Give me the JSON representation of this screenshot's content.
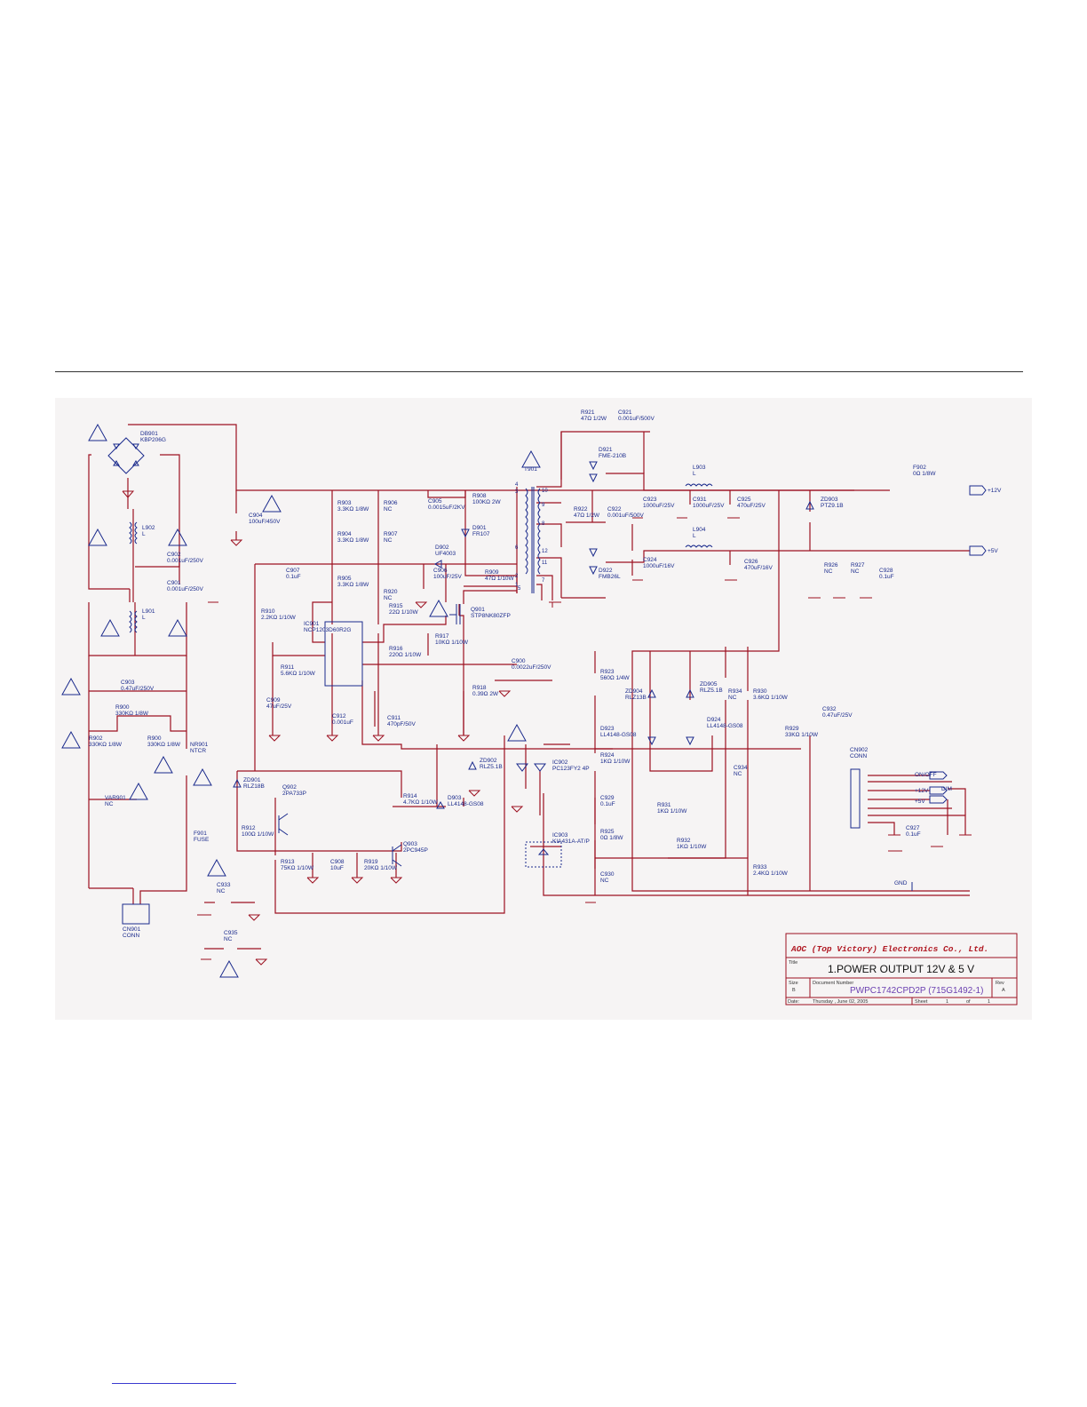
{
  "document": {
    "kind": "schematic page"
  },
  "components": {
    "DB901": [
      "DB901",
      "KBP206G"
    ],
    "L902": [
      "L902",
      "L"
    ],
    "L901": [
      "L901",
      "L"
    ],
    "C902": [
      "C902",
      "0.001uF/250V"
    ],
    "C901": [
      "C901",
      "0.001uF/250V"
    ],
    "C903": [
      "C903",
      "0.47uF/250V"
    ],
    "R900a": [
      "R900",
      "330KΩ 1/8W"
    ],
    "R902": [
      "R902",
      "330KΩ 1/8W"
    ],
    "R900b": [
      "R900",
      "330KΩ 1/8W"
    ],
    "NR901": [
      "NR901",
      "NTCR"
    ],
    "VAR901": [
      "VAR901",
      "NC"
    ],
    "F901": [
      "F901",
      "FUSE"
    ],
    "CN901": [
      "CN901",
      "CONN"
    ],
    "C933": [
      "C933",
      "NC"
    ],
    "C935": [
      "C935",
      "NC"
    ],
    "C904": [
      "C904",
      "100uF/450V"
    ],
    "R903": [
      "R903",
      "3.3KΩ 1/8W"
    ],
    "R904": [
      "R904",
      "3.3KΩ 1/8W"
    ],
    "R905": [
      "R905",
      "3.3KΩ 1/8W"
    ],
    "R906": [
      "R906",
      "NC"
    ],
    "R907": [
      "R907",
      "NC"
    ],
    "R920": [
      "R920",
      "NC"
    ],
    "C907": [
      "C907",
      "0.1uF"
    ],
    "C905": [
      "C905",
      "0.0015uF/2KV"
    ],
    "R908": [
      "R908",
      "100KΩ 2W"
    ],
    "D901": [
      "D901",
      "FR107"
    ],
    "D902": [
      "D902",
      "UF4003"
    ],
    "C906": [
      "C906",
      "100uF/25V"
    ],
    "R909": [
      "R909",
      "47Ω 1/10W"
    ],
    "R910": [
      "R910",
      "2.2KΩ 1/10W"
    ],
    "IC901": [
      "IC901",
      "NCP1203D60R2G"
    ],
    "R915": [
      "R915",
      "22Ω 1/10W"
    ],
    "R917": [
      "R917",
      "10KΩ 1/10W"
    ],
    "R916": [
      "R916",
      "220Ω 1/10W"
    ],
    "Q901": [
      "Q901",
      "STP8NK80ZFP"
    ],
    "R911": [
      "R911",
      "5.6KΩ 1/10W"
    ],
    "C909": [
      "C909",
      "47uF/25V"
    ],
    "C912": [
      "C912",
      "0.001uF"
    ],
    "C911": [
      "C911",
      "470pF/50V"
    ],
    "R918": [
      "R918",
      "0.39Ω 2W"
    ],
    "C900": [
      "C900",
      "0.0022uF/250V"
    ],
    "T901": [
      "T901",
      ""
    ],
    "R921": [
      "R921",
      "47Ω 1/2W"
    ],
    "C921": [
      "C921",
      "0.001uF/500V"
    ],
    "D921": [
      "D921",
      "FME-210B"
    ],
    "R922": [
      "R922",
      "47Ω 1/2W"
    ],
    "C922": [
      "C922",
      "0.001uF/500V"
    ],
    "D922": [
      "D922",
      "FMB26L"
    ],
    "C923": [
      "C923",
      "1000uF/25V"
    ],
    "C931": [
      "C931",
      "1000uF/25V"
    ],
    "L903": [
      "L903",
      "L"
    ],
    "C925": [
      "C925",
      "470uF/25V"
    ],
    "C924": [
      "C924",
      "1000uF/16V"
    ],
    "L904": [
      "L904",
      "L"
    ],
    "C926": [
      "C926",
      "470uF/16V"
    ],
    "F902": [
      "F902",
      "0Ω 1/8W"
    ],
    "ZD903": [
      "ZD903",
      "PTZ9.1B"
    ],
    "R926": [
      "R926",
      "NC"
    ],
    "R927": [
      "R927",
      "NC"
    ],
    "C928": [
      "C928",
      "0.1uF"
    ],
    "ZD901": [
      "ZD901",
      "RLZ18B"
    ],
    "Q902": [
      "Q902",
      "2PA733P"
    ],
    "R914": [
      "R914",
      "4.7KΩ 1/10W"
    ],
    "D903": [
      "D903",
      "LL4148-GS08"
    ],
    "R912": [
      "R912",
      "100Ω 1/10W"
    ],
    "Q903": [
      "Q903",
      "2PC945P"
    ],
    "R913": [
      "R913",
      "75KΩ 1/10W"
    ],
    "C908": [
      "C908",
      "10uF"
    ],
    "R919": [
      "R919",
      "20KΩ 1/10W"
    ],
    "ZD902": [
      "ZD902",
      "RLZ5.1B"
    ],
    "IC902": [
      "IC902",
      "PC123FY2 4P"
    ],
    "R923": [
      "R923",
      "560Ω 1/4W"
    ],
    "D923": [
      "D923",
      "LL4148-GS08"
    ],
    "R924": [
      "R924",
      "1KΩ 1/10W"
    ],
    "C929": [
      "C929",
      "0.1uF"
    ],
    "R925": [
      "R925",
      "0Ω 1/8W"
    ],
    "IC903": [
      "IC903",
      "KIA431A-AT/P"
    ],
    "C930": [
      "C930",
      "NC"
    ],
    "ZD904": [
      "ZD904",
      "RLZ13B"
    ],
    "ZD905": [
      "ZD905",
      "RLZ5.1B"
    ],
    "D924": [
      "D924",
      "LL4148-GS08"
    ],
    "R934": [
      "R934",
      "NC"
    ],
    "R930": [
      "R930",
      "3.6KΩ 1/10W"
    ],
    "R929": [
      "R929",
      "33KΩ 1/10W"
    ],
    "C932": [
      "C932",
      "0.47uF/25V"
    ],
    "C934": [
      "C934",
      "NC"
    ],
    "R931": [
      "R931",
      "1KΩ 1/10W"
    ],
    "R932": [
      "R932",
      "1KΩ 1/10W"
    ],
    "R933": [
      "R933",
      "2.4KΩ 1/10W"
    ],
    "CN902": [
      "CN902",
      "CONN"
    ],
    "C927": [
      "C927",
      "0.1uF"
    ]
  },
  "nets": {
    "out12": "+12V",
    "out5": "+5V",
    "onoff": "ON/OFF",
    "dim": "DIM",
    "cn12": "+12V",
    "cn5": "+5V",
    "gnd": "GND"
  },
  "title_block": {
    "company": "AOC (Top Victory) Electronics Co., Ltd.",
    "title_caption": "Title",
    "title": "1.POWER OUTPUT 12V & 5 V",
    "size_caption": "Size",
    "size": "B",
    "docnum_caption": "Document Number",
    "doc_number": "PWPC1742CPD2P (715G1492-1)",
    "rev_caption": "Rev",
    "rev": "A",
    "date_caption": "Date:",
    "date": "Thursday , June 02, 2005",
    "sheet_caption": "Sheet",
    "sheet": "1",
    "of_caption": "of",
    "sheets": "1"
  },
  "colors": {
    "wire": "#9c1020",
    "part": "#1a2a8c",
    "background": "#f6f4f4"
  }
}
